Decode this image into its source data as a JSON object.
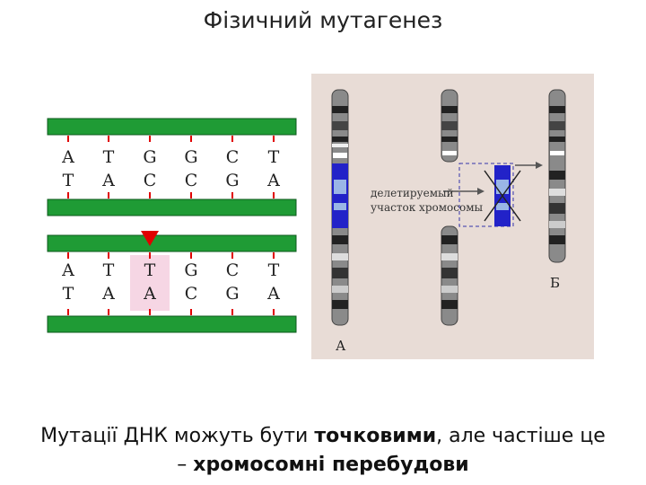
{
  "title": "Фізичний мутагенез",
  "dna": {
    "normal_top": [
      "A",
      "T",
      "G",
      "G",
      "C",
      "T"
    ],
    "normal_bottom": [
      "T",
      "A",
      "C",
      "C",
      "G",
      "A"
    ],
    "mutant_top": [
      "A",
      "T",
      "T",
      "G",
      "C",
      "T"
    ],
    "mutant_bottom": [
      "T",
      "A",
      "A",
      "C",
      "G",
      "A"
    ],
    "mutated_index": 2,
    "strand_color": "#1f9b35",
    "marker_color": "#e00000",
    "highlight_color": "#f6d6e4"
  },
  "chromosome": {
    "deletion_label_line1": "делетируемый",
    "deletion_label_line2": "участок хромосомы",
    "label_a": "А",
    "label_b": "Б",
    "panel_color": "#e8dcd6",
    "band_color": "#2222c8"
  },
  "caption": {
    "part1": "Мутації ДНК можуть бути ",
    "bold1": "точковими",
    "part2": ", але частіше це",
    "part3": "– ",
    "bold2": "хромосомні перебудови"
  }
}
